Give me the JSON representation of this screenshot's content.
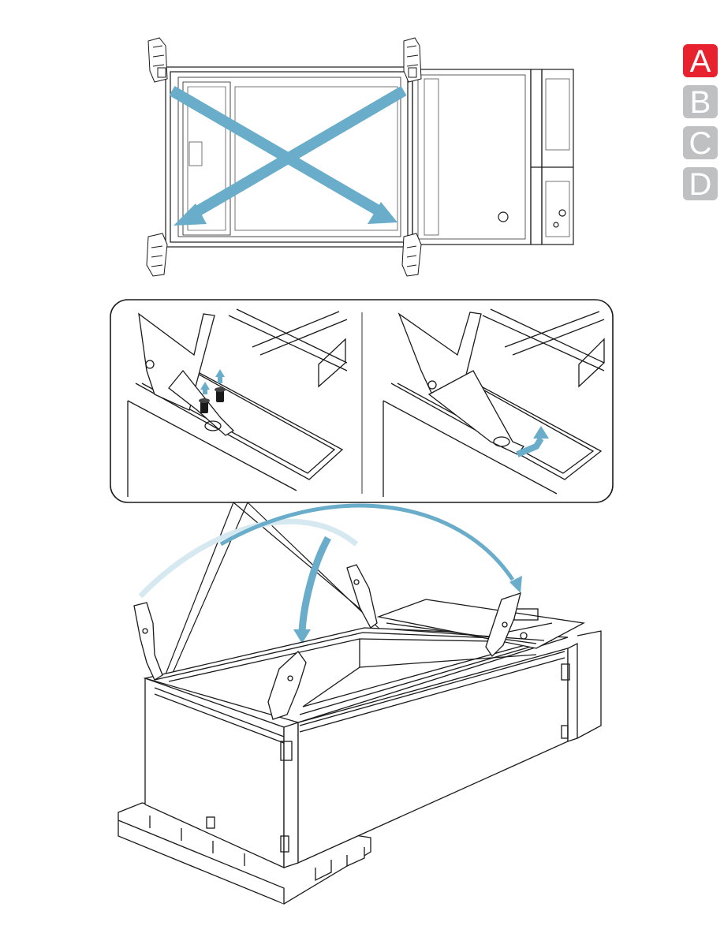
{
  "section_tabs": [
    {
      "label": "A",
      "active": true
    },
    {
      "label": "B",
      "active": false
    },
    {
      "label": "C",
      "active": false
    },
    {
      "label": "D",
      "active": false
    }
  ],
  "colors": {
    "active_tab": "#e8212e",
    "inactive_tab": "#bfc0c2",
    "arrow": "#6aadcb",
    "arrow_light": "#d6e9f1",
    "line": "#1a1a1a"
  },
  "icons": [
    "diagonal-cross-arrows",
    "screw-lift-arrows",
    "bracket-turn-arrow",
    "lid-swing-arrows"
  ]
}
